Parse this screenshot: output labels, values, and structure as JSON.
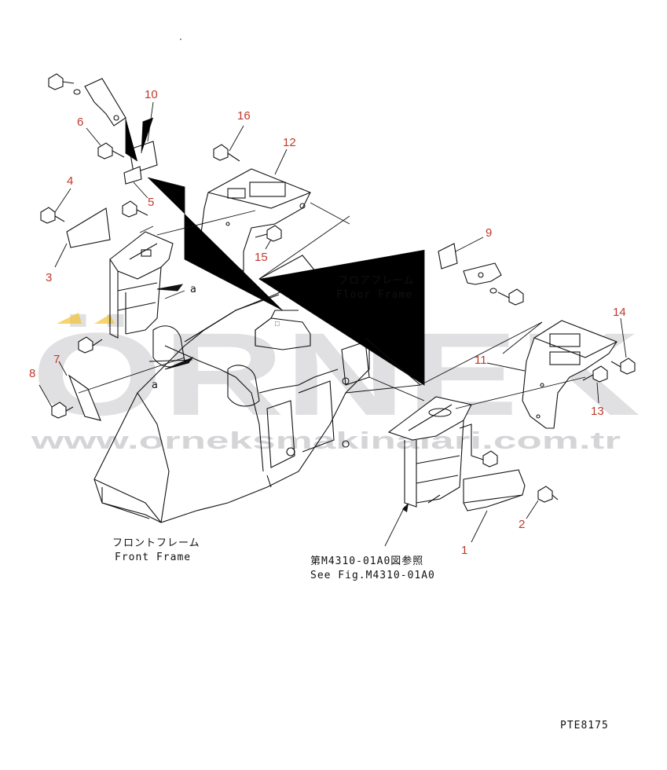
{
  "watermark": {
    "brand": "ÖRNEK",
    "url": "www.orneksmakinalari.com.tr",
    "colors": {
      "grey": "#c8c8cc",
      "accent": "#f2c230"
    }
  },
  "labels": {
    "floor_frame_jp": "フロアフレーム",
    "floor_frame_en": "Floor Frame",
    "front_frame_jp": "フロントフレーム",
    "front_frame_en": "Front Frame",
    "see_fig_jp": "第M4310-01A0図参照",
    "see_fig_en": "See Fig.M4310-01A0",
    "view_a_1": "a",
    "view_a_2": "a",
    "drawing_code": "PTE8175"
  },
  "part_numbers": {
    "p1": "1",
    "p2": "2",
    "p3": "3",
    "p4": "4",
    "p5": "5",
    "p6": "6",
    "p7": "7",
    "p8": "8",
    "p9": "9",
    "p10": "10",
    "p11": "11",
    "p12": "12",
    "p13": "13",
    "p14": "14",
    "p15": "15",
    "p16": "16"
  },
  "colors": {
    "part_number": "#c0392b",
    "line": "#111111"
  }
}
